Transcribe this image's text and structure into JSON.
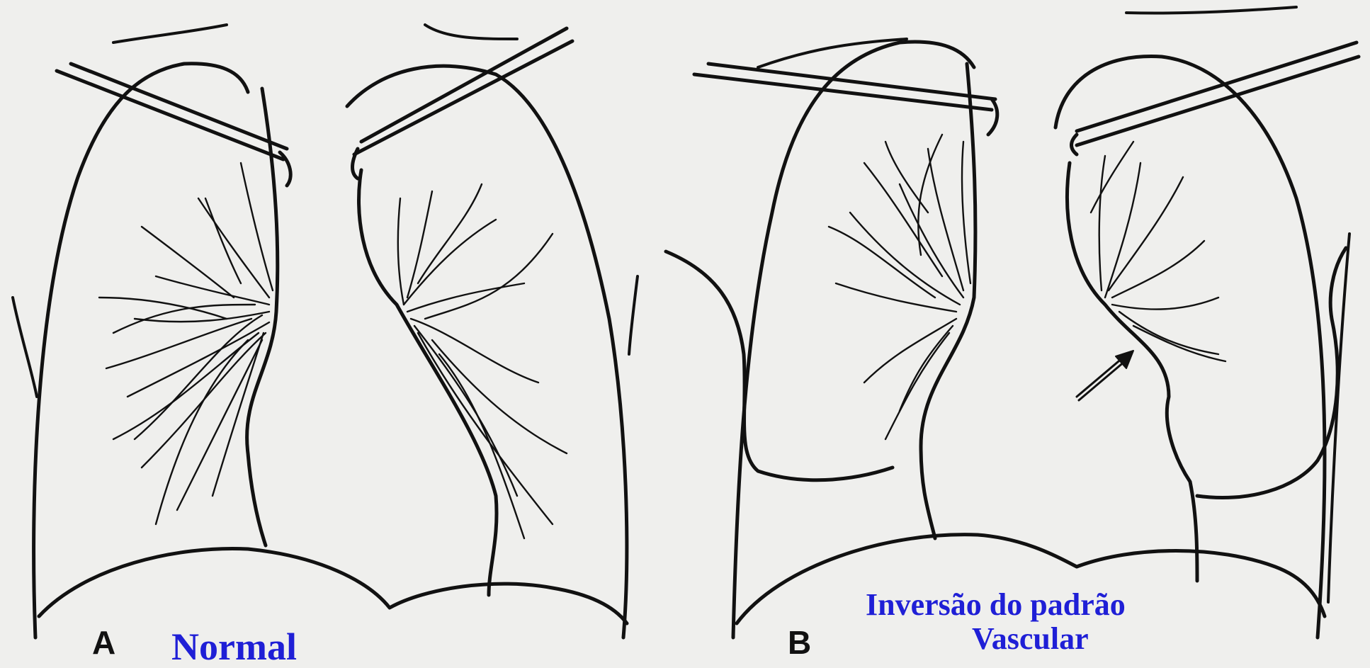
{
  "colors": {
    "background": "#efefed",
    "ink": "#111111",
    "caption": "#1f1fd6"
  },
  "panels": [
    {
      "letter": "A",
      "caption": "Normal"
    },
    {
      "letter": "B",
      "caption_lines": [
        "Inversão do padrão",
        "Vascular"
      ]
    }
  ]
}
